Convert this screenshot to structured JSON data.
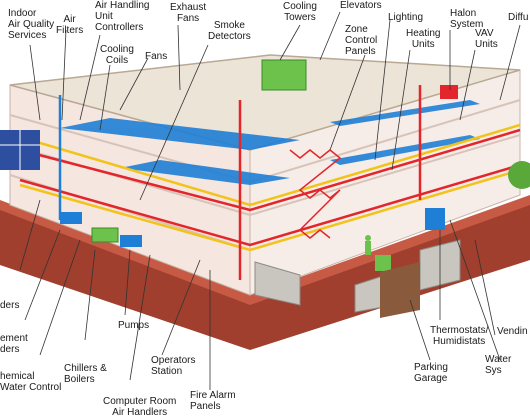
{
  "labels": {
    "indoor_air_quality": "Indoor\nAir Quality\nServices",
    "air_filters": "Air\nFilters",
    "air_handling": "Air Handling\nUnit\nControllers",
    "cooling_coils": "Cooling\nCoils",
    "fans": "Fans",
    "exhaust_fans": "Exhaust\nFans",
    "smoke_detectors": "Smoke\nDetectors",
    "cooling_towers": "Cooling\nTowers",
    "elevators": "Elevators",
    "zone_control": "Zone\nControl\nPanels",
    "lighting": "Lighting",
    "heating_units": "Heating\nUnits",
    "halon_system": "Halon\nSystem",
    "vav_units": "VAV\nUnits",
    "diffusers": "Diffu",
    "handlers": "ders",
    "management": "ement\nders",
    "chemical_water": "hemical\nWater Control",
    "chillers": "Chillers &\nBoilers",
    "pumps": "Pumps",
    "computer_room": "Computer Room\nAir Handlers",
    "operators_station": "Operators\nStation",
    "fire_alarm": "Fire Alarm\nPanels",
    "thermostats": "Thermostats/\nHumidistats",
    "parking_garage": "Parking\nGarage",
    "vending": "Vendin",
    "water_system": "Water Sys"
  },
  "colors": {
    "roof": "#ece4d6",
    "wall": "#f5e6df",
    "base": "#a03f2e",
    "stone": "#c9c6c0",
    "duct_blue": "#1f7fd6",
    "pipe_red": "#e3262c",
    "pipe_yellow": "#f2c31a",
    "equipment_green": "#6cc24a",
    "leader": "#333333"
  },
  "icons": [
    "building-icon",
    "duct-icon",
    "pipe-icon",
    "chiller-icon",
    "elevator-icon",
    "person-icon"
  ]
}
